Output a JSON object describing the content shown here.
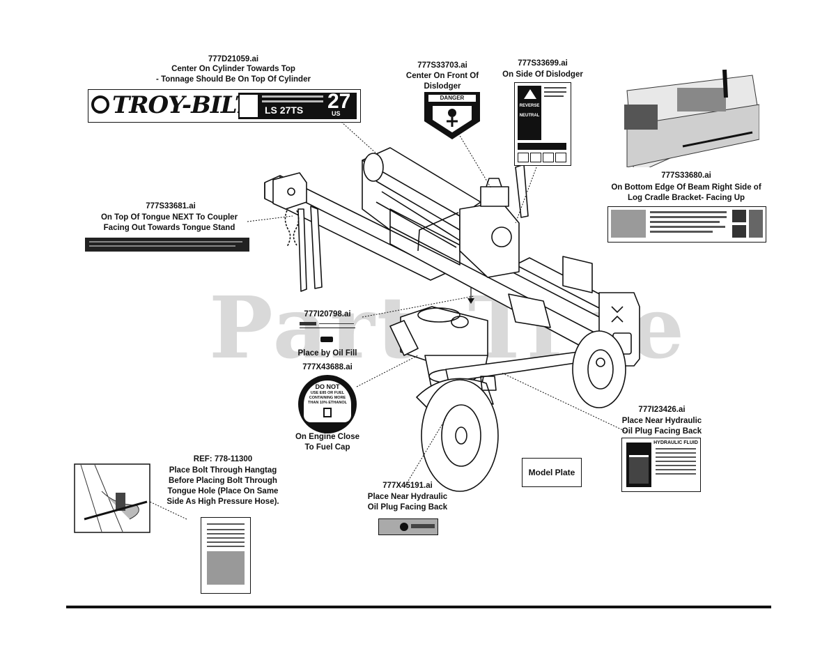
{
  "watermark": "PartsTree",
  "decals": {
    "cylinder": {
      "part": "777D21059.ai",
      "note": "Center On Cylinder Towards Top\n- Tonnage Should Be On Top Of Cylinder"
    },
    "dislodger_front": {
      "part": "777S33703.ai",
      "note": "Center On Front Of\nDislodger"
    },
    "dislodger_side": {
      "part": "777S33699.ai",
      "note": "On Side Of Dislodger"
    },
    "beam_edge": {
      "part": "777S33680.ai",
      "note": "On Bottom Edge Of Beam Right Side of\nLog Cradle Bracket- Facing Up"
    },
    "tongue": {
      "part": "777S33681.ai",
      "note": "On Top Of Tongue NEXT To Coupler\nFacing Out Towards Tongue Stand"
    },
    "oil_fill": {
      "part": "777I20798.ai",
      "note": "Place by Oil Fill"
    },
    "engine": {
      "part": "777X43688.ai",
      "note": "On Engine Close\nTo Fuel Cap"
    },
    "hangtag": {
      "part": "REF: 778-11300",
      "note": "Place Bolt Through Hangtag\nBefore Placing Bolt Through\nTongue Hole (Place On Same\nSide As High Pressure Hose)."
    },
    "hydraulic_plug_1": {
      "part": "777X45191.ai",
      "note": "Place Near Hydraulic\nOil Plug Facing Back"
    },
    "hydraulic_plug_2": {
      "part": "777I23426.ai",
      "note": "Place Near Hydraulic\nOil Plug Facing Back"
    }
  },
  "model_plate": "Model Plate",
  "troybilt_decal": {
    "brand": "TROY-BILT",
    "tonnage": "27",
    "model": "LS 27TS",
    "units": "US"
  },
  "danger_decal": {
    "heading": "DANGER"
  },
  "fuel_decal": {
    "line1": "DO NOT",
    "line2": "USE E85 OR FUEL",
    "line3": "CONTAINING MORE",
    "line4": "THAN 10% ETHANOL"
  },
  "hydraulic_fluid_decal": {
    "heading": "HYDRAULIC FLUID"
  },
  "dislodger_side_decal": {
    "words": [
      "REVERSE",
      "NEUTRAL"
    ]
  }
}
